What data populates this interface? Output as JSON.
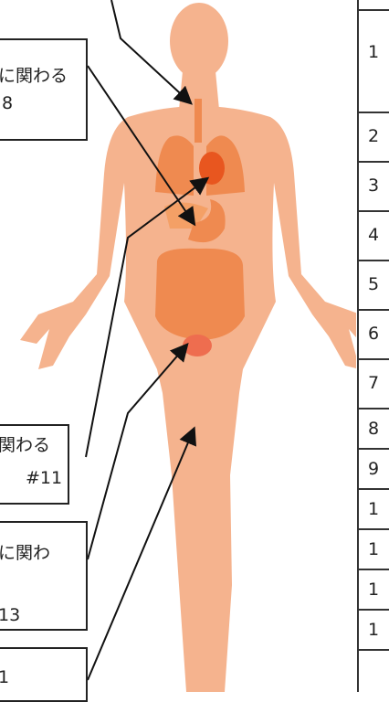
{
  "callouts": [
    {
      "line1": "に関わる",
      "line2": "8"
    },
    {
      "line1": "関わる",
      "line2": "#11"
    },
    {
      "line1": "に関わ",
      "line2": "13"
    },
    {
      "line1": "",
      "line2": "1"
    }
  ],
  "table": {
    "row_labels": [
      "",
      "1",
      "2",
      "3",
      "4",
      "5",
      "6",
      "7",
      "8",
      "9",
      "1",
      "1",
      "1",
      "1",
      ""
    ]
  },
  "colors": {
    "skin": "#f5b38e",
    "organ_main": "#ef8a50",
    "organ_light": "#f4a066",
    "heart": "#e8561f",
    "bladder": "#ee6d4f",
    "border": "#222222"
  },
  "icons": [
    "human-body-illustration"
  ]
}
